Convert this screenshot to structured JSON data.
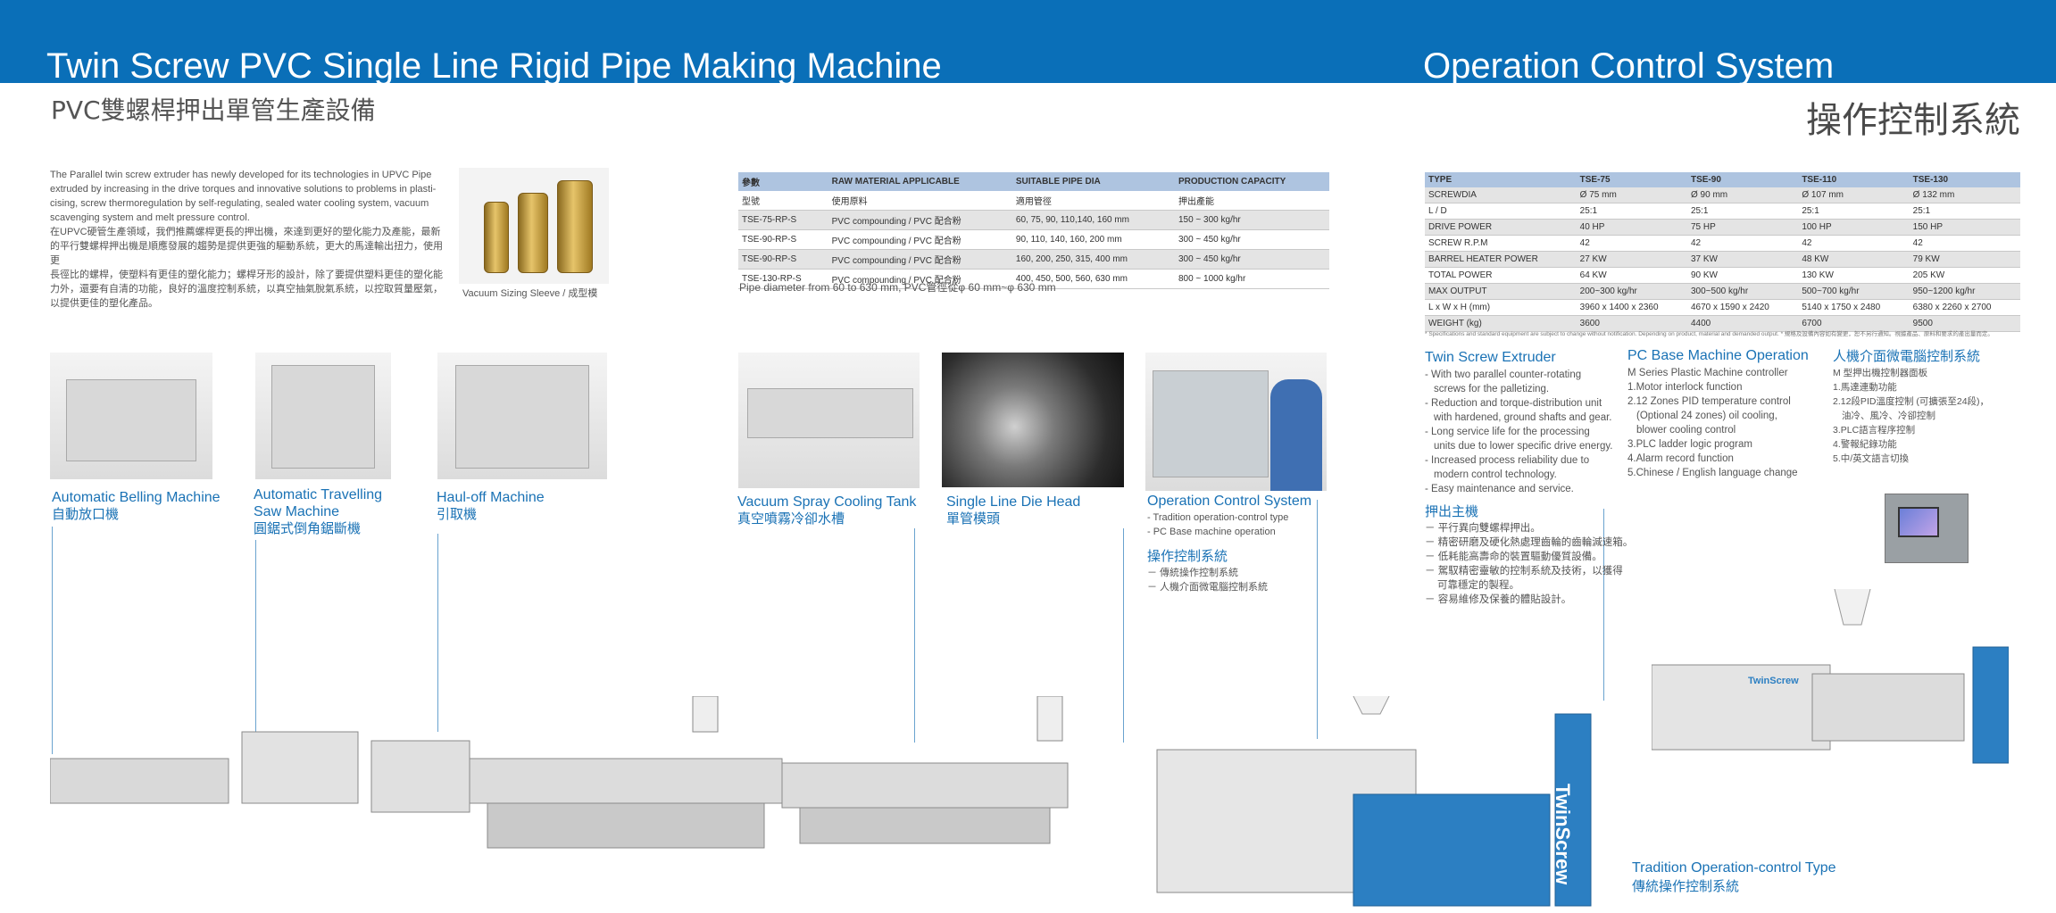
{
  "header": {
    "title_left": "Twin Screw PVC Single Line Rigid Pipe Making Machine",
    "title_right": "Operation Control System",
    "subtitle_left_zh": "PVC雙螺桿押出單管生產設備",
    "subtitle_right_zh": "操作控制系統"
  },
  "intro": {
    "en_lines": [
      "The Parallel twin screw extruder has newly developed for its technologies in UPVC Pipe",
      "extruded by increasing in the drive torques and innovative solutions to problems in plasti-",
      "cising, screw thermoregulation by self-regulating, sealed water cooling system, vacuum",
      "scavenging system and melt pressure control."
    ],
    "zh_lines": [
      "在UPVC硬管生產領域，我們推薦螺桿更長的押出機，來達到更好的塑化能力及產能，最新",
      "的平行雙螺桿押出機是順應發展的趨勢是提供更強的驅動系統，更大的馬達輸出扭力，使用更",
      "長徑比的螺桿，使塑料有更佳的塑化能力；螺桿牙形的設計，除了要提供塑料更佳的塑化能",
      "力外，還要有自清的功能，良好的溫度控制系統，以真空抽氣脫氣系統，以控取質量壓氣，",
      "以提供更佳的塑化產品。"
    ]
  },
  "sleeve_caption": "Vacuum Sizing Sleeve / 成型模",
  "production_table": {
    "headers": [
      "參數",
      "RAW MATERIAL APPLICABLE",
      "SUITABLE PIPE DIA",
      "PRODUCTION CAPACITY"
    ],
    "headers_zh": [
      "型號",
      "使用原料",
      "適用管徑",
      "押出產能"
    ],
    "rows": [
      [
        "TSE-75-RP-S",
        "PVC compounding / PVC 配合粉",
        "60, 75, 90, 110,140, 160 mm",
        "150 ~ 300 kg/hr"
      ],
      [
        "TSE-90-RP-S",
        "PVC compounding / PVC 配合粉",
        "90, 110, 140, 160, 200 mm",
        "300 ~ 450 kg/hr"
      ],
      [
        "TSE-90-RP-S",
        "PVC compounding / PVC 配合粉",
        "160, 200, 250, 315, 400 mm",
        "300 ~ 450 kg/hr"
      ],
      [
        "TSE-130-RP-S",
        "PVC compounding / PVC 配合粉",
        "400, 450, 500, 560, 630 mm",
        "800 ~ 1000 kg/hr"
      ]
    ],
    "note": "Pipe diameter from 60 to 630 mm, PVC管徑從φ 60 mm~φ 630 mm"
  },
  "spec_table": {
    "headers": [
      "TYPE",
      "TSE-75",
      "TSE-90",
      "TSE-110",
      "TSE-130"
    ],
    "rows": [
      [
        "SCREWDIA",
        "Ø 75 mm",
        "Ø 90 mm",
        "Ø 107 mm",
        "Ø 132 mm"
      ],
      [
        "L / D",
        "25:1",
        "25:1",
        "25:1",
        "25:1"
      ],
      [
        "DRIVE POWER",
        "40 HP",
        "75 HP",
        "100 HP",
        "150 HP"
      ],
      [
        "SCREW R.P.M",
        "42",
        "42",
        "42",
        "42"
      ],
      [
        "BARREL HEATER POWER",
        "27 KW",
        "37 KW",
        "48 KW",
        "79 KW"
      ],
      [
        "TOTAL POWER",
        "64 KW",
        "90 KW",
        "130 KW",
        "205 KW"
      ],
      [
        "MAX OUTPUT",
        "200~300 kg/hr",
        "300~500 kg/hr",
        "500~700 kg/hr",
        "950~1200 kg/hr"
      ],
      [
        "L x W x H (mm)",
        "3960 x 1400 x 2360",
        "4670 x 1590 x 2420",
        "5140 x 1750 x 2480",
        "6380 x 2260 x 2700"
      ],
      [
        "WEIGHT (kg)",
        "3600",
        "4400",
        "6700",
        "9500"
      ]
    ],
    "note": "* Specifications and standard equipment are subject to change without notification. Depending on product, material and demanded output. * 規格及設備內容如有變更，恕不另行通知。視據產品、原料和要求的產出量而定。"
  },
  "machines": [
    {
      "en": "Automatic Belling Machine",
      "zh": "自動放口機"
    },
    {
      "en": "Automatic Travelling",
      "en2": "Saw Machine",
      "zh": "圓鋸式倒角鋸斷機"
    },
    {
      "en": "Haul-off Machine",
      "zh": "引取機"
    },
    {
      "en": "Vacuum Spray Cooling Tank",
      "zh": "真空噴霧冷卻水槽"
    },
    {
      "en": "Single Line Die Head",
      "zh": "單管模頭"
    },
    {
      "en": "Operation Control System",
      "zh": "操作控制系統"
    }
  ],
  "ocs": {
    "items": [
      "- Tradition operation-control type",
      "- PC Base machine operation"
    ],
    "items_zh": [
      "－ 傳統操作控制系統",
      "－ 人機介面微電腦控制系統"
    ]
  },
  "twin_screw": {
    "title": "Twin Screw Extruder",
    "items": [
      "- With two parallel counter-rotating",
      "  screws for the palletizing.",
      "- Reduction and torque-distribution unit",
      "  with hardened, ground shafts and gear.",
      "- Long service life for the processing",
      "  units due to lower specific drive energy.",
      "- Increased process reliability due to",
      "  modern control technology.",
      "- Easy maintenance and service."
    ],
    "title_zh": "押出主機",
    "items_zh": [
      "－ 平行異向雙螺桿押出。",
      "－ 精密研磨及硬化熱處理齒輪的齒輪減速箱。",
      "－ 低耗能高壽命的裝置驅動優質設備。",
      "－ 駕馭精密靈敏的控制系統及技術，以獲得",
      "   可靠穩定的製程。",
      "－ 容易維修及保養的體貼設計。"
    ]
  },
  "pc_base": {
    "title": "PC Base Machine Operation",
    "items": [
      "M Series Plastic Machine controller",
      "1.Motor interlock function",
      "2.12 Zones PID temperature control",
      "   (Optional 24 zones) oil cooling,",
      "   blower cooling control",
      "3.PLC ladder logic program",
      "4.Alarm record function",
      "5.Chinese / English language change"
    ]
  },
  "hmi": {
    "title": "人機介面微電腦控制系統",
    "items": [
      "M 型押出機控制器面板",
      "1.馬達連動功能",
      "2.12段PID溫度控制 (可擴張至24段)，",
      "   油冷、風冷、冷卻控制",
      "3.PLC語言程序控制",
      "4.警報紀錄功能",
      "5.中/英文語言切換"
    ]
  },
  "brand": "TwinScrew",
  "bottom_label": {
    "en": "Tradition Operation-control Type",
    "zh": "傳統操作控制系統"
  },
  "colors": {
    "banner": "#0a6fb8",
    "accent": "#1a72b5",
    "machine_blue": "#2c7fc2"
  }
}
